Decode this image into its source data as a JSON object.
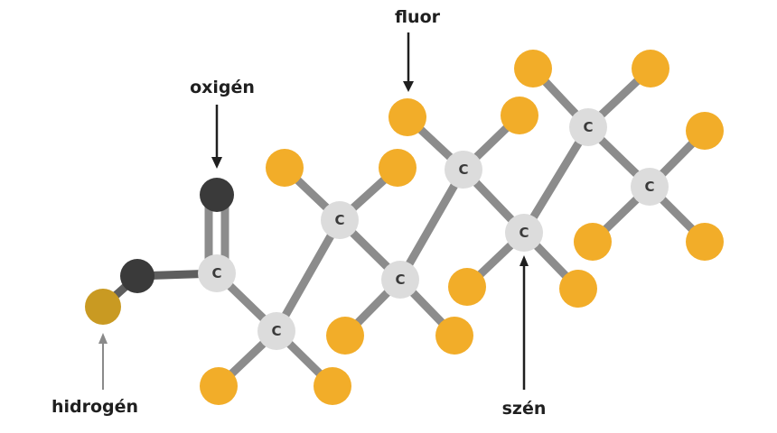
{
  "labels": {
    "fluor": "fluor",
    "oxigen": "oxigén",
    "hidrogen": "hidrogén",
    "szen": "szén"
  },
  "atoms": {
    "carbon_symbol": "C"
  },
  "colors": {
    "fluorine": "#f2ad29",
    "hydrogen": "#c99a22",
    "oxygen": "#3a3a3a",
    "carbon": "#dcdcdc",
    "bond": "#8c8c8c"
  }
}
